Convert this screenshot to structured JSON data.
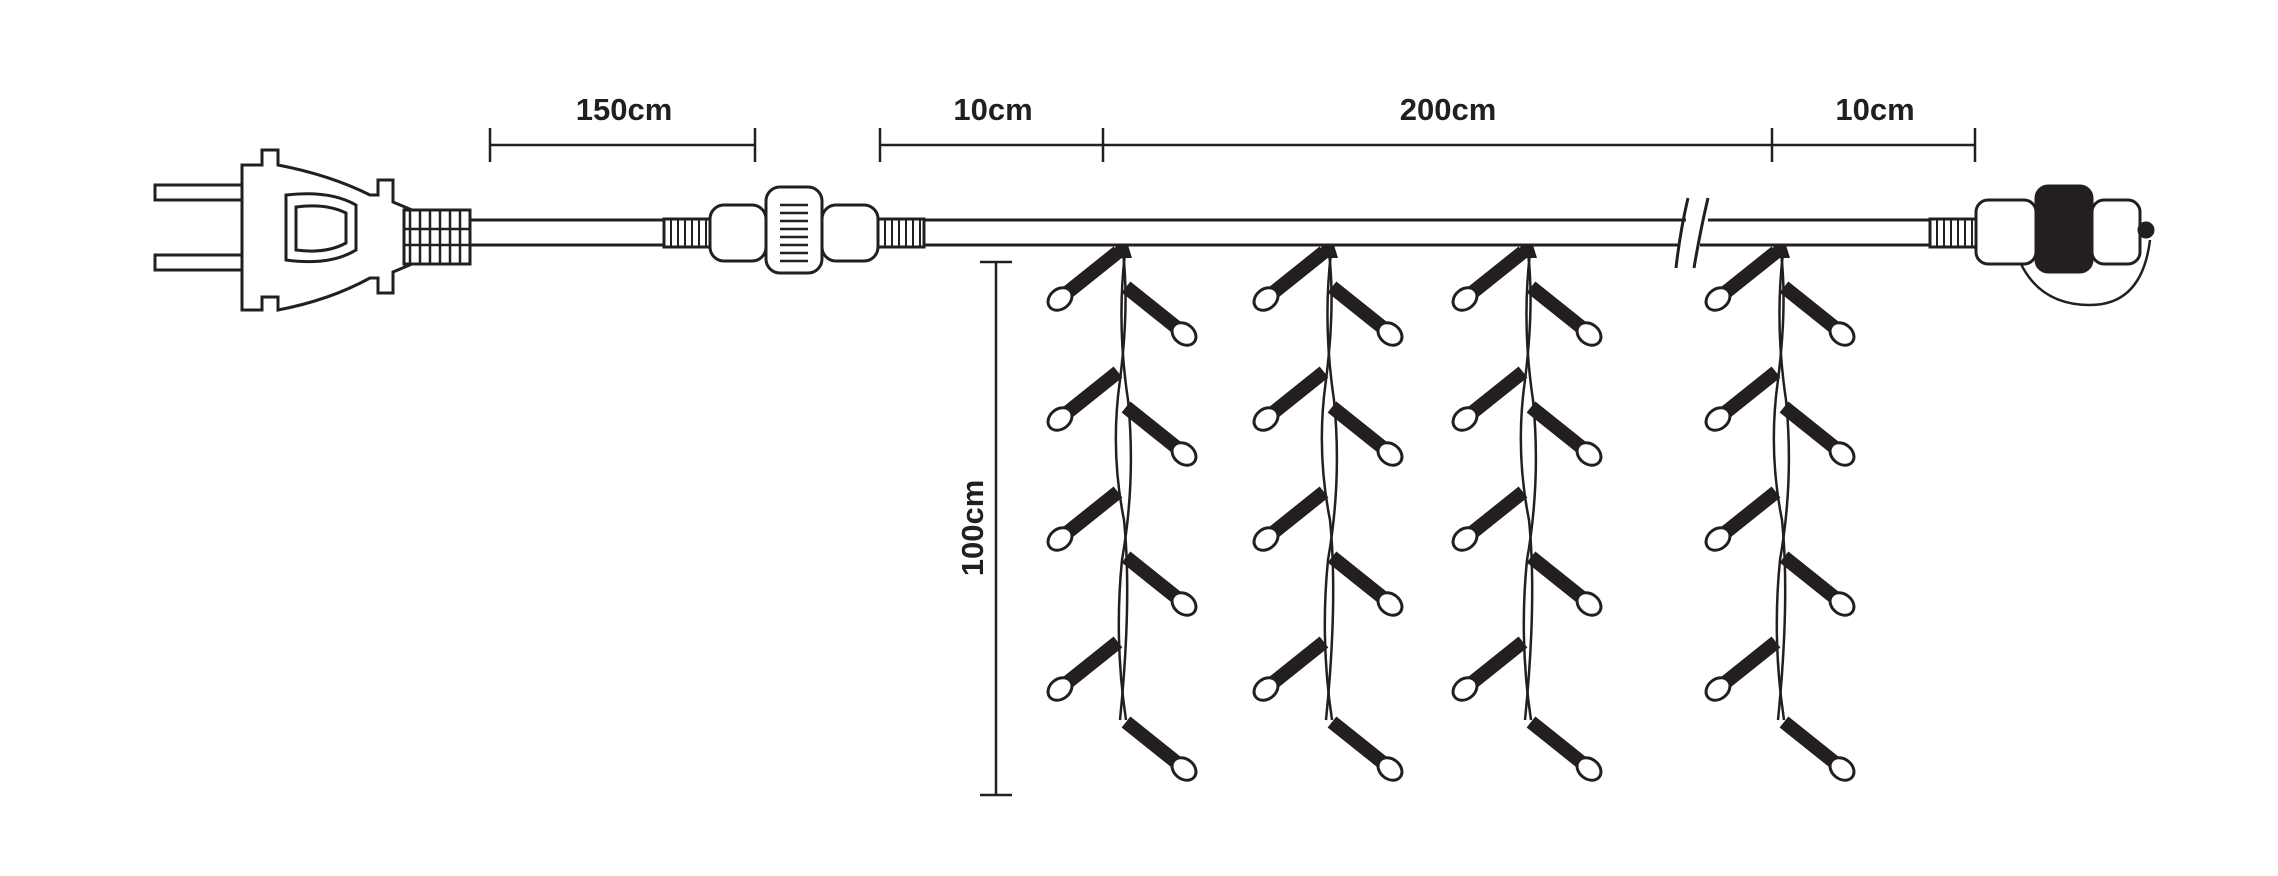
{
  "dimensions": {
    "plug_cable": "150cm",
    "lead_in": "10cm",
    "main_length": "200cm",
    "lead_out": "10cm",
    "drop_height": "100cm"
  },
  "components": {
    "plug": "power-plug-icon",
    "connector": "coupler-icon",
    "end_cap": "end-connector-icon",
    "bulb": "led-bulb-icon"
  },
  "colors": {
    "ink": "#231f20",
    "background": "#ffffff"
  }
}
